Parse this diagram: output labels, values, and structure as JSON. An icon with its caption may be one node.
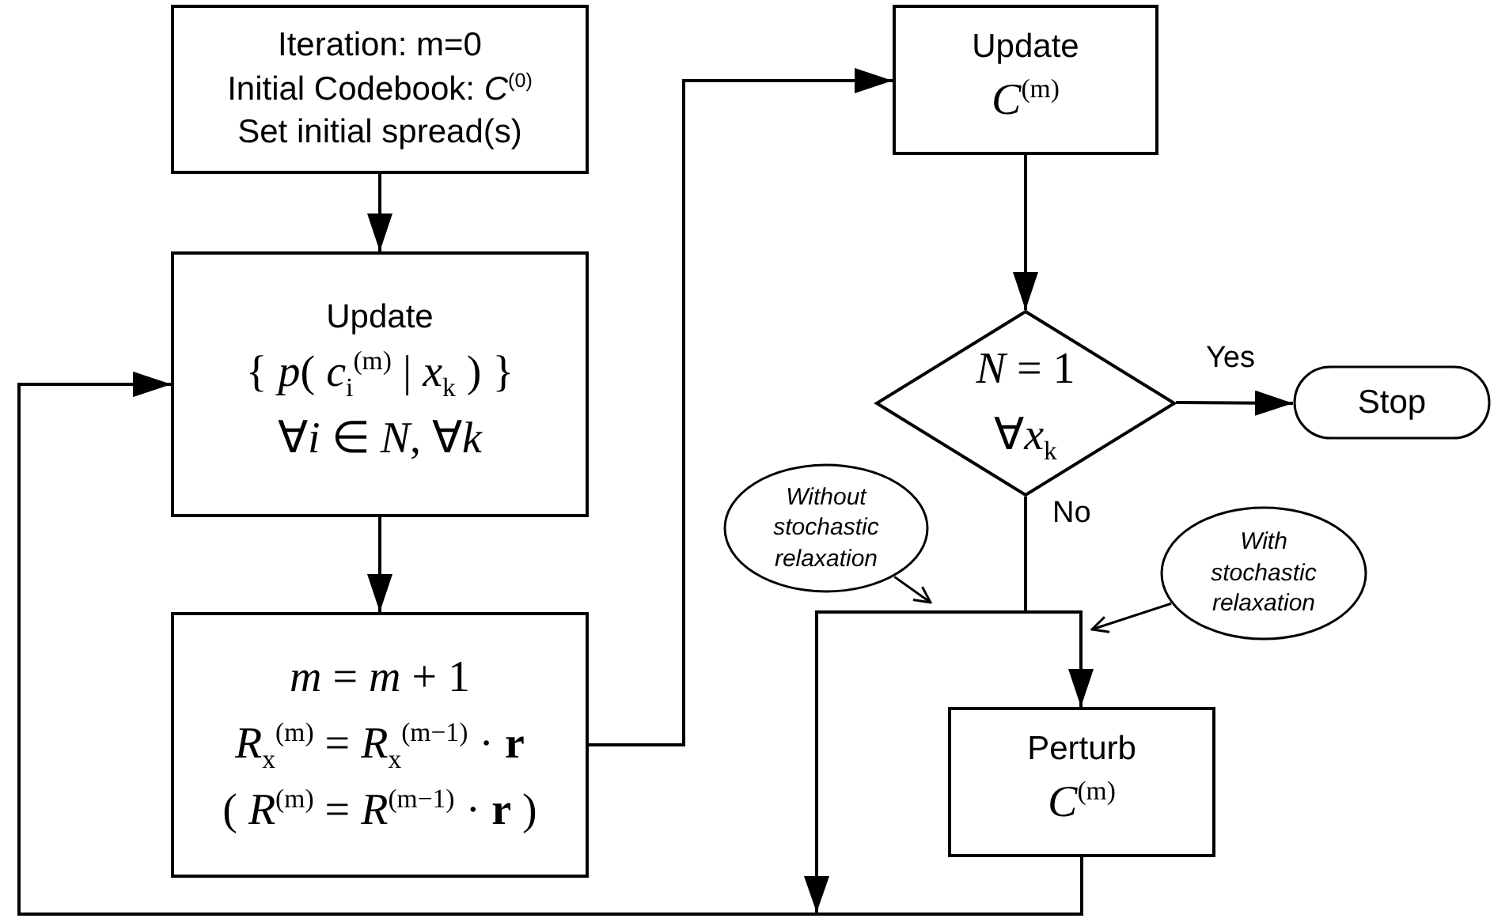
{
  "diagram": {
    "nodes": [
      {
        "text": [
          "Iteration:  m=0",
          "Initial Codebook:  *C*$^{(0)}$",
          "Set initial spread(s)"
        ]
      },
      {
        "text": [
          "Update",
          "{ *p*( *c*$_{i}$$^{(m)}$ | *x*$_{k}$ ) }",
          "∀*i* ∈ *N*,  ∀*k*"
        ]
      },
      {
        "text": [
          "*m* = *m* + 1",
          "*R*$_{x}$$^{(m)}$ = *R*$_{x}$$^{(m−1)}$ · **r**",
          "( *R*$^{(m)}$ = *R*$^{(m−1)}$ · **r** )"
        ]
      },
      {
        "text": [
          "Update",
          "*C*$^{(m)}$"
        ]
      },
      {
        "text": [
          "*N* = 1",
          "∀*x*$_{k}$"
        ]
      },
      {
        "text": [
          "Stop"
        ]
      },
      {
        "text": [
          "Perturb",
          "*C*$^{(m)}$"
        ]
      },
      {
        "text": [
          "Without stochastic relaxation"
        ]
      },
      {
        "text": [
          "With stochastic relaxation"
        ]
      }
    ],
    "edges": [
      {
        "from": 0,
        "to": 1,
        "arrow": "to"
      },
      {
        "from": 1,
        "to": 2,
        "arrow": "to"
      },
      {
        "from": 2,
        "to": 3,
        "arrow": "to"
      },
      {
        "from": 3,
        "to": 4,
        "arrow": "to"
      },
      {
        "from": 4,
        "to": 5,
        "arrow": "to",
        "label": "Yes"
      },
      {
        "from": 4,
        "to": 6,
        "arrow": "to",
        "label": "No"
      },
      {
        "from": 4,
        "to": 1,
        "arrow": "to"
      },
      {
        "from": 6,
        "to": 1,
        "arrow": "to"
      },
      {
        "from": 7,
        "to": null,
        "arrow": "to"
      },
      {
        "from": 8,
        "to": null,
        "arrow": "to"
      }
    ]
  }
}
